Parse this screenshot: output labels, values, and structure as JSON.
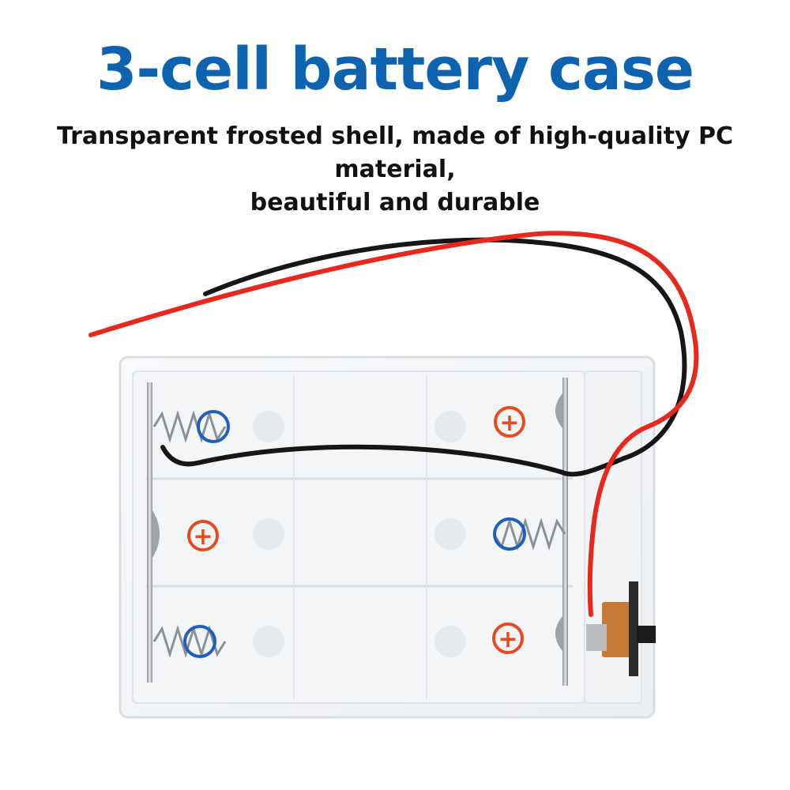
{
  "header": {
    "title": "3-cell battery case",
    "subtitle_line1": "Transparent frosted shell, made of high-quality PC material,",
    "subtitle_line2": "beautiful and durable"
  },
  "product": {
    "terminal_positive_symbol": "+",
    "colors": {
      "title": "#0e63b0",
      "red_wire": "#e8281c",
      "black_wire": "#161616",
      "positive_marker": "#e84a1e",
      "negative_marker": "#1e5fc0"
    },
    "icons": [
      "battery-case-image",
      "red-wire",
      "black-wire",
      "spring-contact-icon",
      "positive-terminal-icon",
      "slide-switch"
    ]
  }
}
